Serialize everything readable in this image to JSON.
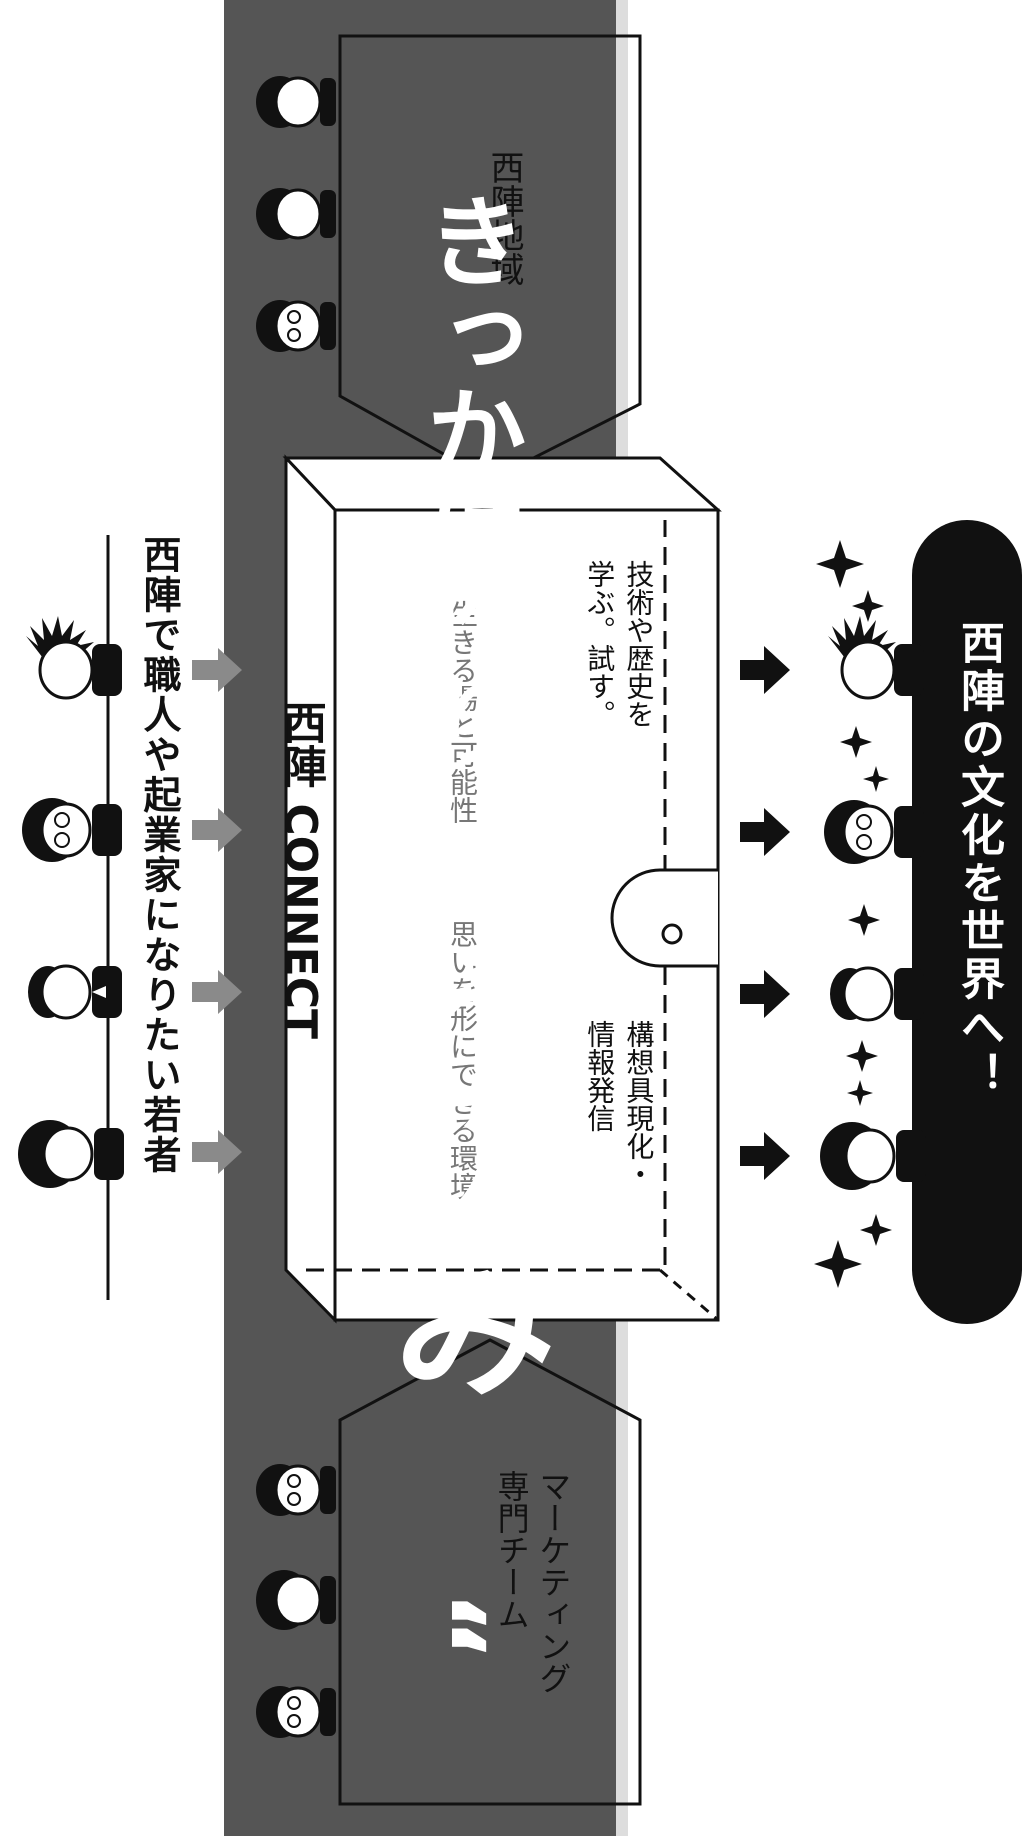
{
  "labels": {
    "youth": "西陣で職人や起業家になりたい若者",
    "brand": "西陣 CONNECT",
    "region": "西陣地域",
    "marketing": "マーケティング\n専門チーム",
    "catch_main": "呼び込み",
    "catch_quote": "“",
    "catch_sub": "きっかけ作り",
    "learn": "技術や歴史を\n学ぶ。試す。",
    "info": "構想具現化・\n情報発信",
    "faded_1": "生きる場と可能性",
    "faded_2": "思いを形にできる環境",
    "goal": "西陣の文化を世界へ！"
  },
  "icons": {
    "youth_avatars": [
      "avatar-spiky-hair",
      "avatar-glasses-man",
      "avatar-suit-man",
      "avatar-round-hair"
    ],
    "region_avatars": [
      "avatar-man-1",
      "avatar-man-2",
      "avatar-glasses-man"
    ],
    "team_avatars": [
      "avatar-glasses-man",
      "avatar-woman",
      "avatar-glasses-man-2"
    ],
    "goal_avatars": [
      "avatar-spiky-hair",
      "avatar-glasses-man",
      "avatar-suit-man",
      "avatar-round-hair"
    ],
    "arrows": "right-arrow-icon",
    "sparkles": "sparkle-icon"
  },
  "colors": {
    "band": "#555555",
    "ink": "#111111",
    "white": "#ffffff",
    "gray_arrow": "#8a8a8a"
  }
}
